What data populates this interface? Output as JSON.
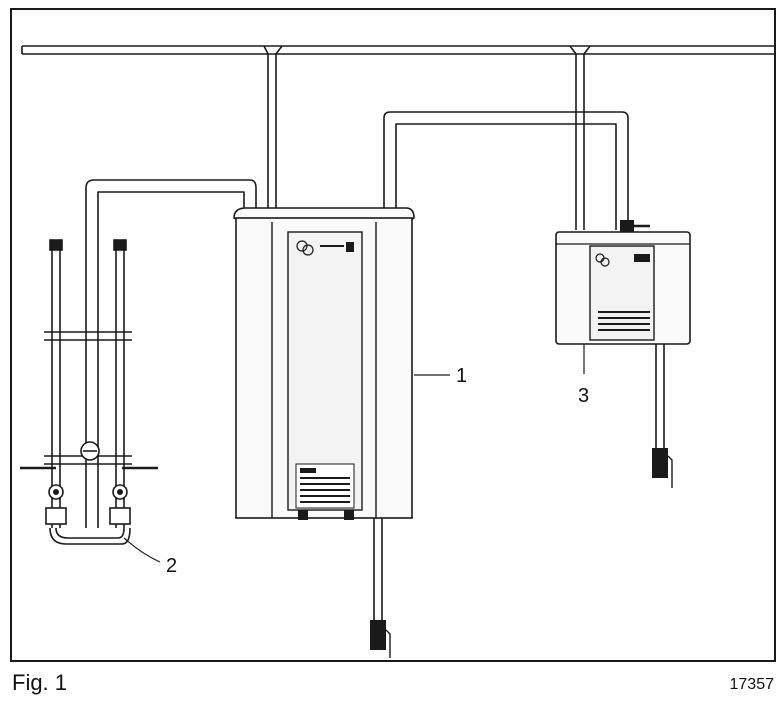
{
  "figure": {
    "caption": "Fig. 1",
    "reference_number": "17357",
    "callouts": [
      {
        "id": "1",
        "label": "1"
      },
      {
        "id": "2",
        "label": "2"
      },
      {
        "id": "3",
        "label": "3"
      }
    ]
  },
  "colors": {
    "line": "#1a1a1a",
    "device_fill": "#fafafa",
    "panel_fill": "#f3f3f3",
    "background": "#ffffff"
  }
}
